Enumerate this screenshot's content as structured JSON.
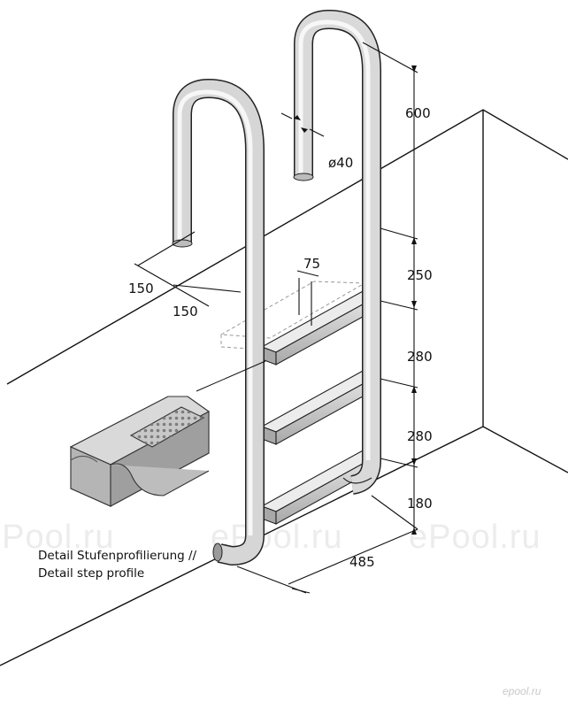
{
  "dimensions": {
    "top_height": "600",
    "tube_diameter": "ø40",
    "spacing_a": "250",
    "spacing_b": "280",
    "spacing_c": "280",
    "bottom": "180",
    "width": "485",
    "offset_a": "150",
    "offset_b": "150",
    "step_depth": "75"
  },
  "caption": {
    "line1": "Detail Stufenprofilierung //",
    "line2": "Detail step profile"
  },
  "watermark": {
    "text": "ePool.ru",
    "logo": "epool.ru"
  },
  "colors": {
    "line": "#111111",
    "tube_light": "#f2f2f2",
    "tube_mid": "#bdbdbd",
    "tube_dark": "#8a8a8a"
  }
}
